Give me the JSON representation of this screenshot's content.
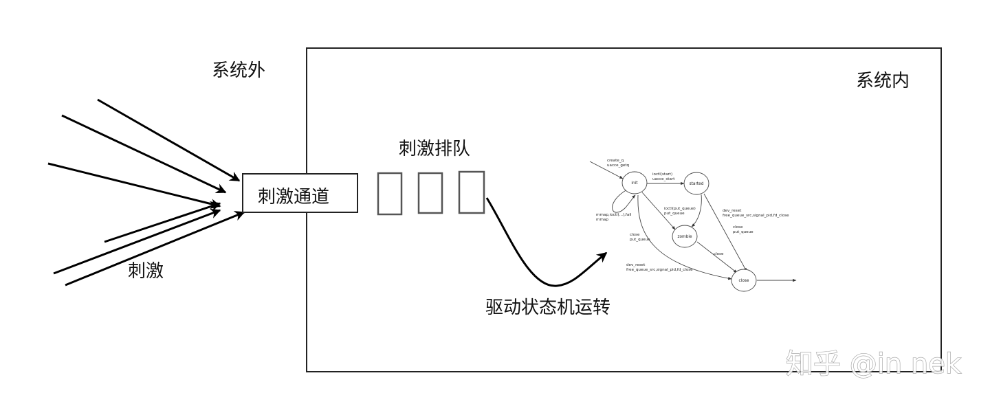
{
  "labels": {
    "outside": "系统外",
    "inside": "系统内",
    "stimulus": "刺激",
    "channel": "刺激通道",
    "queue": "刺激排队",
    "fsm": "驱动状态机运转"
  },
  "fsm": {
    "nodes": {
      "init": "init",
      "started": "started",
      "zombie": "zombie",
      "close": "close"
    },
    "edges": {
      "entry_1": "create_q",
      "entry_2": "uacce_getq",
      "start_1": "ioctl(start)",
      "start_2": "uacce_start",
      "loop_1": "mmap,ioctl(...),fail",
      "loop_2": "mmap",
      "putq_1": "ioctl(put_queue)",
      "putq_2": "put_queue",
      "close_left_1": "close",
      "close_left_2": "put_queue",
      "reset_right_1": "dev_reset",
      "reset_right_2": "free_queue_src,signal_pid,fd_close",
      "close_right_1": "close",
      "close_right_2": "put_queue",
      "zombie_close": "close",
      "reset_bottom_1": "dev_reset",
      "reset_bottom_2": "free_queue_src,signal_pid,fd_close"
    }
  },
  "watermark": "知乎 @in nek"
}
